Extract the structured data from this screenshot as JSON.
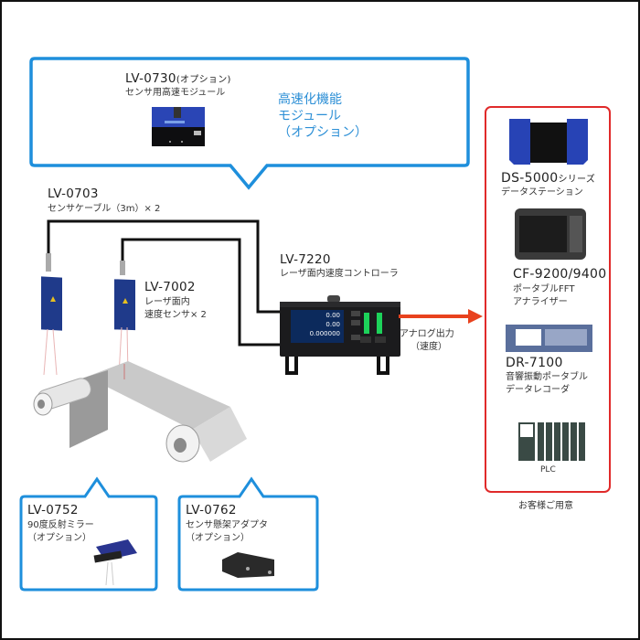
{
  "top_callout": {
    "model": "LV-0730",
    "model_suffix": "(オプション)",
    "description": "センサ用高速モジュール",
    "feature_lines": [
      "高速化機能",
      "モジュール",
      "（オプション）"
    ]
  },
  "cable": {
    "model": "LV-0703",
    "description": "センサケーブル（3m）× 2"
  },
  "sensor": {
    "model": "LV-7002",
    "description_lines": [
      "レーザ面内",
      "速度センサ× 2"
    ]
  },
  "controller": {
    "model": "LV-7220",
    "description": "レーザ面内速度コントローラ",
    "display_values": [
      "0.00",
      "0.00",
      "0.000000"
    ]
  },
  "output": {
    "label_lines": [
      "アナログ出力",
      "（速度）"
    ]
  },
  "customer_devices": {
    "caption": "お客様ご用意",
    "items": [
      {
        "model": "DS-5000",
        "model_suffix": "シリーズ",
        "description_lines": [
          "データステーション"
        ]
      },
      {
        "model": "CF-9200/9400",
        "model_suffix": "",
        "description_lines": [
          "ポータブルFFT",
          "アナライザー"
        ]
      },
      {
        "model": "DR-7100",
        "model_suffix": "",
        "description_lines": [
          "音響振動ポータブル",
          "データレコーダ"
        ]
      },
      {
        "model": "PLC",
        "model_suffix": "",
        "description_lines": []
      }
    ]
  },
  "bottom_callouts": [
    {
      "model": "LV-0752",
      "description_lines": [
        "90度反射ミラー",
        "（オプション）"
      ]
    },
    {
      "model": "LV-0762",
      "description_lines": [
        "センサ懸架アダプタ",
        "（オプション）"
      ]
    }
  ],
  "colors": {
    "callout_border": "#1e8fdc",
    "device_box_border": "#e02a2a",
    "arrow": "#e8421e",
    "sensor_body": "#1f3a8a"
  }
}
